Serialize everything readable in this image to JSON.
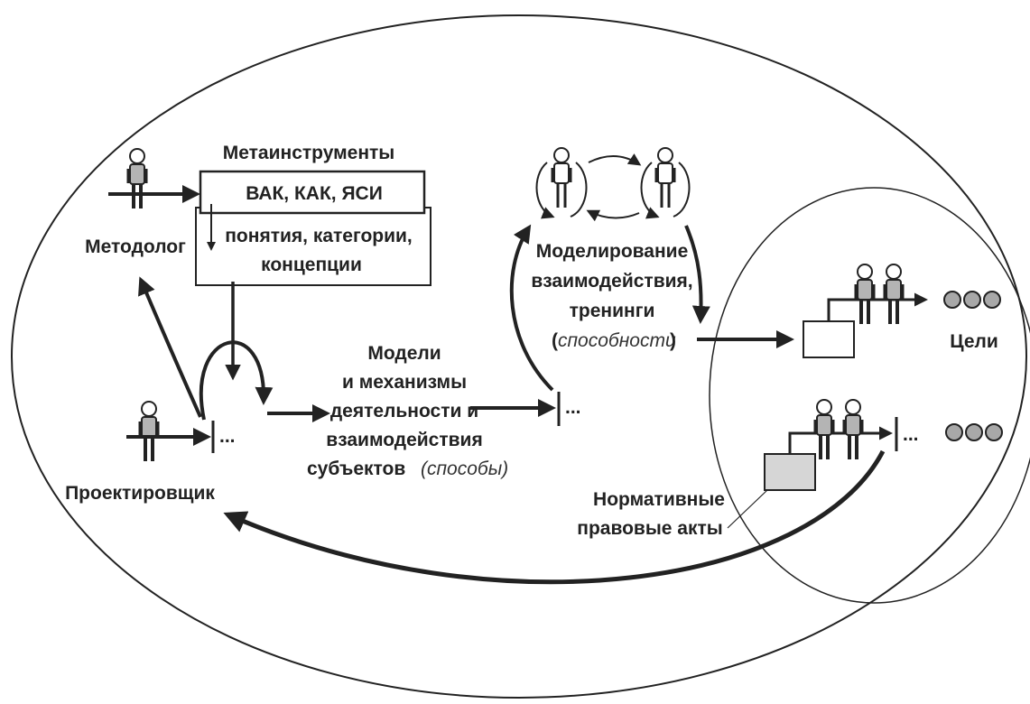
{
  "colors": {
    "ink": "#222222",
    "figure_fill": "#b4b4b4",
    "circle_fill": "#a8a8a8",
    "box_fill_light": "#ffffff",
    "box_fill_gray": "#d6d6d6"
  },
  "labels": {
    "metainstruments": "Метаинструменты",
    "vak": "ВАК, КАК, ЯСИ",
    "concepts_line1": "понятия, категории,",
    "concepts_line2": "концепции",
    "methodologist": "Методолог",
    "designer": "Проектировщик",
    "models_line1": "Модели",
    "models_line2": "и механизмы",
    "models_line3": "деятельности и",
    "models_line4": "взаимодействия",
    "models_line5": "субъектов",
    "models_italic": "(способы)",
    "modeling_line1": "Моделирование",
    "modeling_line2": "взаимодействия,",
    "modeling_line3": "тренинги",
    "modeling_open_paren": "(",
    "modeling_italic": "способности",
    "modeling_close_paren": ")",
    "goals": "Цели",
    "norms_line1": "Нормативные",
    "norms_line2": "правовые акты",
    "ellipsis": "..."
  },
  "icons": [
    "person-icon",
    "goal-circle-icon"
  ]
}
